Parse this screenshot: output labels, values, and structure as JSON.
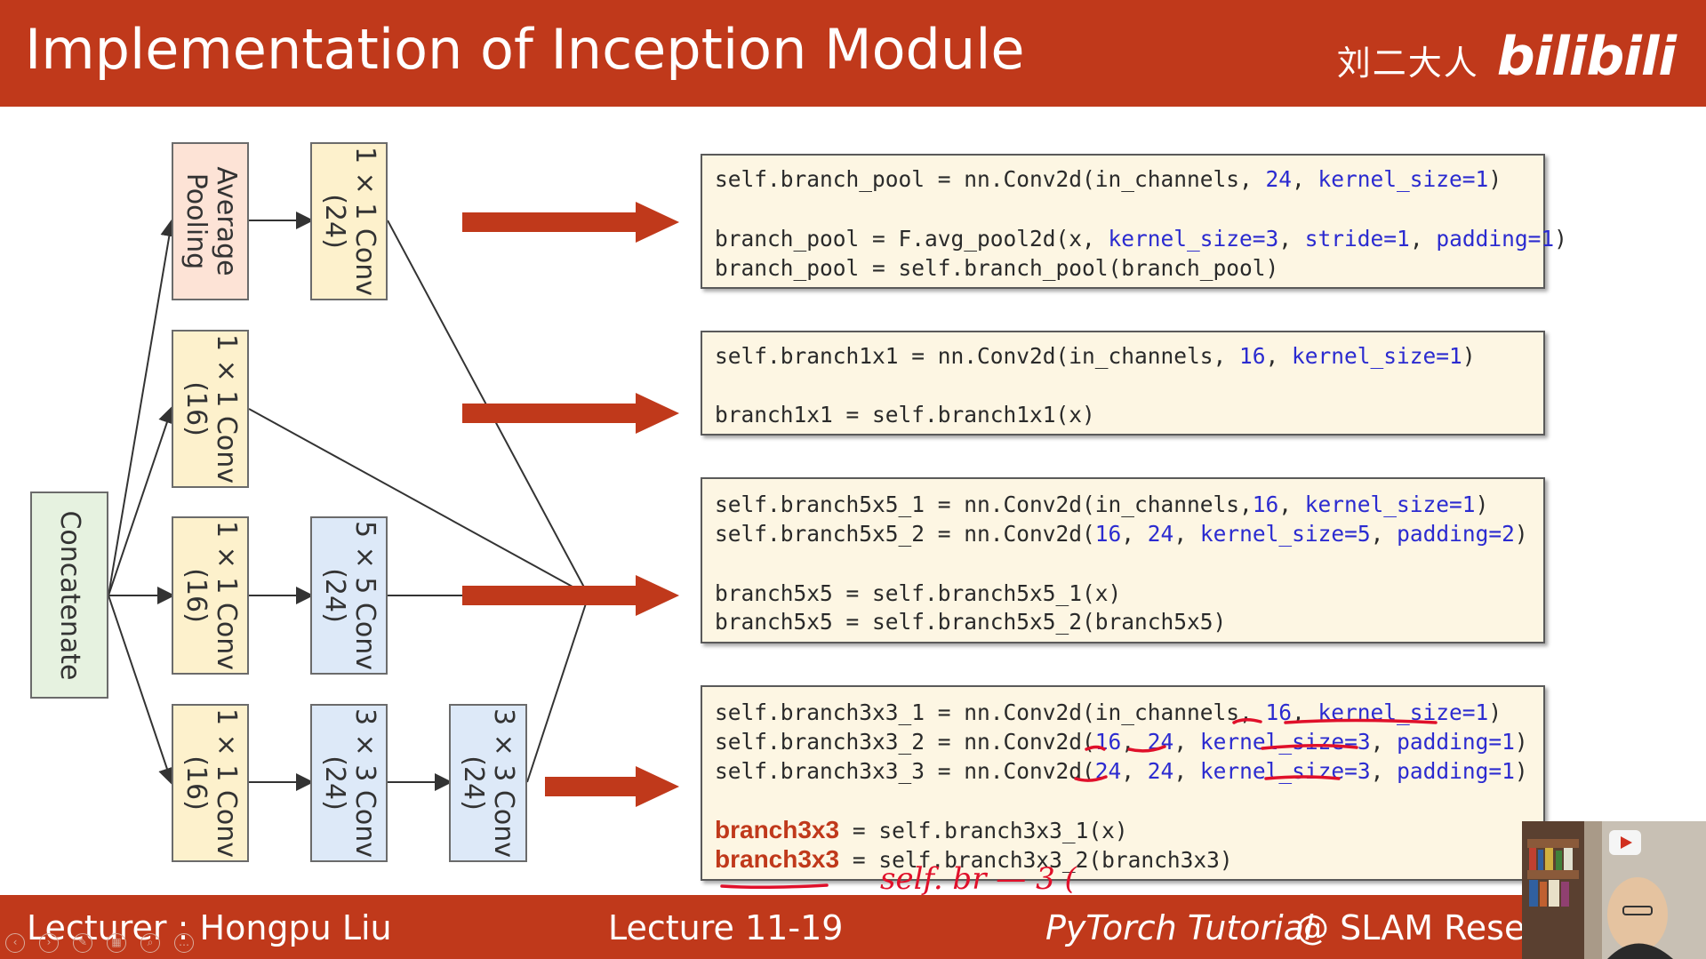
{
  "header": {
    "title": "Implementation of Inception Module",
    "brand_cn": "刘二大人",
    "brand_logo": "bilibili"
  },
  "diagram": {
    "concat": "Concatenate",
    "avg_pool": [
      "Average",
      "Pooling"
    ],
    "conv1_pool": [
      "1 × 1 Conv",
      "(24)"
    ],
    "conv1_b1": [
      "1 × 1 Conv",
      "(16)"
    ],
    "conv1_b5": [
      "1 × 1 Conv",
      "(16)"
    ],
    "conv5": [
      "5 × 5 Conv",
      "(24)"
    ],
    "conv1_b3": [
      "1 × 1 Conv",
      "(16)"
    ],
    "conv3a": [
      "3 × 3 Conv",
      "(24)"
    ],
    "conv3b": [
      "3 × 3 Conv",
      "(24)"
    ]
  },
  "code": {
    "pool": {
      "l1": {
        "a": "self.branch_pool = nn.Conv2d(in_channels, ",
        "b": "24",
        "c": ", ",
        "d": "kernel_size=1",
        "e": ")"
      },
      "l2": {
        "a": "branch_pool = F.avg_pool2d(x, ",
        "b": "kernel_size=3",
        "c": ", ",
        "d": "stride=1",
        "e": ", ",
        "f": "padding=1",
        "g": ")"
      },
      "l3": "branch_pool = self.branch_pool(branch_pool)"
    },
    "b1": {
      "l1": {
        "a": "self.branch1x1 = nn.Conv2d(in_channels, ",
        "b": "16",
        "c": ", ",
        "d": "kernel_size=1",
        "e": ")"
      },
      "l2": "branch1x1 = self.branch1x1(x)"
    },
    "b5": {
      "l1": {
        "a": "self.branch5x5_1 = nn.Conv2d(in_channels,",
        "b": "16",
        "c": ", ",
        "d": "kernel_size=1",
        "e": ")"
      },
      "l2": {
        "a": "self.branch5x5_2 = nn.Conv2d(",
        "b": "16",
        "c": ", ",
        "d": "24",
        "e": ", ",
        "f": "kernel_size=5",
        "g": ", ",
        "h": "padding=2",
        "i": ")"
      },
      "l3": "branch5x5 = self.branch5x5_1(x)",
      "l4": "branch5x5 = self.branch5x5_2(branch5x5)"
    },
    "b3": {
      "l1": {
        "a": "self.branch3x3_1 = nn.Conv2d(in_channels, ",
        "b": "16",
        "c": ", ",
        "d": "kernel_size=1",
        "e": ")"
      },
      "l2": {
        "a": "self.branch3x3_2 = nn.Conv2d(",
        "b": "16",
        "c": ", ",
        "d": "24",
        "e": ", ",
        "f": "kernel_size=3",
        "g": ", ",
        "h": "padding=1",
        "i": ")"
      },
      "l3": {
        "a": "self.branch3x3_3 = nn.Conv2d(",
        "b": "24",
        "c": ", ",
        "d": "24",
        "e": ", ",
        "f": "kernel_size=3",
        "g": ", ",
        "h": "padding=1",
        "i": ")"
      },
      "l4": {
        "v": "branch3x3",
        "r": " = self.branch3x3_1(x)"
      },
      "l5": {
        "v": "branch3x3",
        "r": " = self.branch3x3_2(branch3x3)"
      }
    }
  },
  "annotation": "self. br — 3 (",
  "footer": {
    "lecturer": "Lecturer : Hongpu Liu",
    "lecture": "Lecture 11-19",
    "tutorial": "PyTorch Tutorial",
    "org": "@ SLAM Resea"
  },
  "colors": {
    "accent": "#c0391b",
    "code_keyword": "#2b2bd0",
    "code_bg": "#fdf6e3",
    "pen": "#e0102a"
  }
}
